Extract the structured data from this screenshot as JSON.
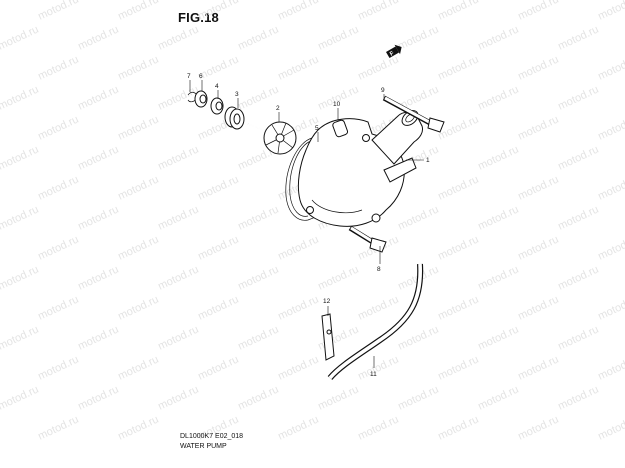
{
  "figure": {
    "title": "FIG.18"
  },
  "watermark": {
    "text": "motod.ru",
    "color": "#e4e4e4"
  },
  "footer": {
    "code": "DL1000K7 E02_018",
    "name": "WATER PUMP"
  },
  "callouts": [
    {
      "id": "c1",
      "label": "1"
    },
    {
      "id": "c2",
      "label": "2"
    },
    {
      "id": "c3",
      "label": "3"
    },
    {
      "id": "c4",
      "label": "4"
    },
    {
      "id": "c5",
      "label": "5"
    },
    {
      "id": "c6",
      "label": "6"
    },
    {
      "id": "c7",
      "label": "7"
    },
    {
      "id": "c8",
      "label": "8"
    },
    {
      "id": "c9",
      "label": "9"
    },
    {
      "id": "c10",
      "label": "10"
    },
    {
      "id": "c11",
      "label": "11"
    },
    {
      "id": "c12",
      "label": "12"
    }
  ],
  "front_marker": {
    "label": "F"
  }
}
